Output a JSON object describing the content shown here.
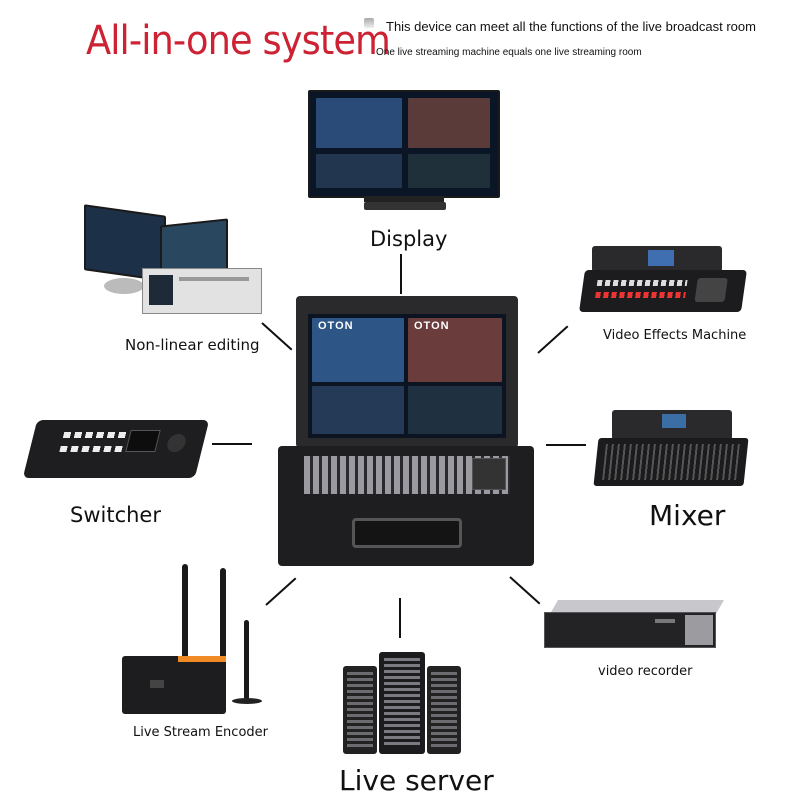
{
  "header": {
    "title": "All-in-one system",
    "tagline_1": "This device can meet all the functions of the live broadcast room",
    "tagline_2": "One live streaming machine equals one live streaming room"
  },
  "center": {
    "brand_left": "OTON",
    "brand_right": "OTON"
  },
  "devices": {
    "display": "Display",
    "non_linear_editing": "Non-linear editing",
    "video_effects_machine": "Video Effects Machine",
    "switcher": "Switcher",
    "mixer": "Mixer",
    "live_stream_encoder": "Live Stream Encoder",
    "live_server": "Live server",
    "video_recorder": "video recorder"
  },
  "colors": {
    "title": "#cc2233",
    "line": "#111111",
    "device_dark": "#1c1c1e"
  }
}
